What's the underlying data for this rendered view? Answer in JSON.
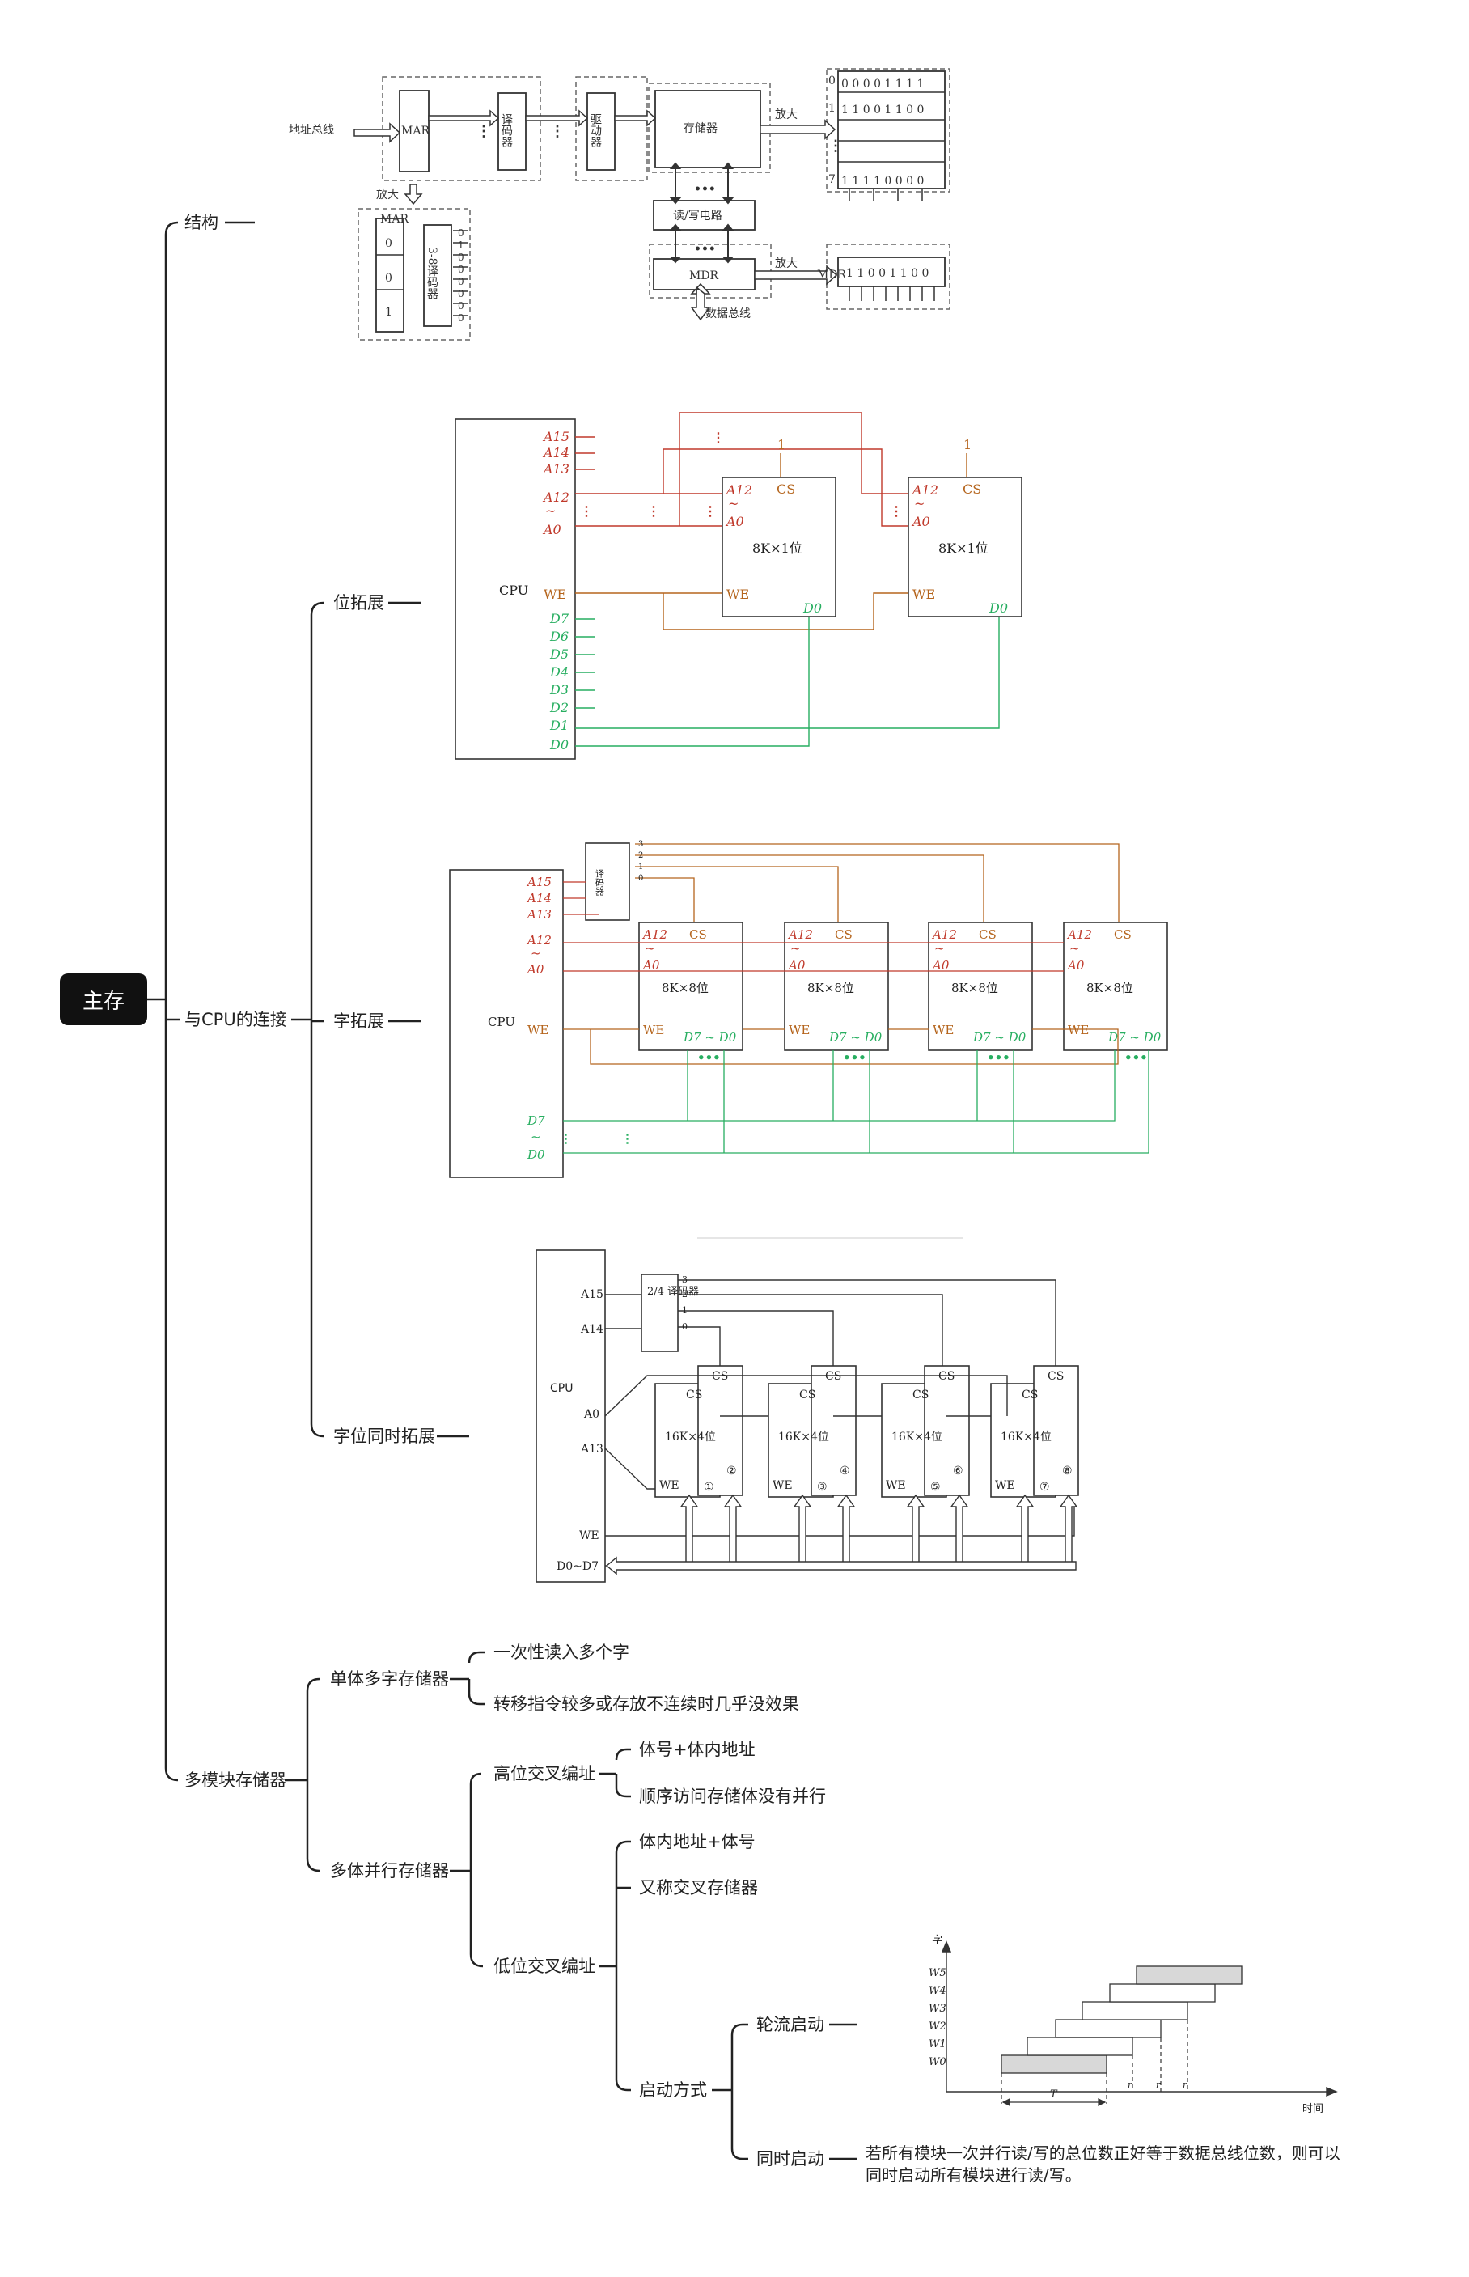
{
  "root": "主存",
  "branches": {
    "structure": "结构",
    "cpu_connection": "与CPU的连接",
    "multi_module": "多模块存储器"
  },
  "cpu_conn": {
    "bit_ext": "位拓展",
    "word_ext": "字拓展",
    "both_ext": "字位同时拓展"
  },
  "multi": {
    "single": "单体多字存储器",
    "single_items": [
      "一次性读入多个字",
      "转移指令较多或存放不连续时几乎没效果"
    ],
    "parallel": "多体并行存储器",
    "high": "高位交叉编址",
    "high_items": [
      "体号+体内地址",
      "顺序访问存储体没有并行"
    ],
    "low": "低位交叉编址",
    "low_items": [
      "体内地址+体号",
      "又称交叉存储器"
    ],
    "start": "启动方式",
    "round_robin": "轮流启动",
    "simultaneous": "同时启动",
    "simultaneous_note": "若所有模块一次并行读/写的总位数正好等于数据总线位数，则可以同时启动所有模块进行读/写。"
  },
  "fig_structure": {
    "addr_bus": "地址总线",
    "mar": "MAR",
    "decoder": "译码器",
    "driver": "驱动器",
    "memory": "存储器",
    "amplify": "放大",
    "rw_circuit": "读/写电路",
    "mdr": "MDR",
    "data_bus": "数据总线",
    "mem_rows": [
      "0 0 0 0 1 1 1 1",
      "1 1 0 0 1 1 0 0",
      "1 1 1 1 0 0 0 0"
    ],
    "row_index": [
      "0",
      "1",
      "7"
    ],
    "mdr_value": "1 1 0 0 1 1 0 0",
    "mar_bits": [
      "0",
      "0",
      "1"
    ],
    "dec38": "3-8译码器",
    "dec_outputs": [
      "0",
      "1",
      "0",
      "0",
      "0",
      "0",
      "0",
      "0"
    ]
  },
  "fig_bit": {
    "cpu": "CPU",
    "chip": "8K×1位",
    "cs": "CS",
    "we": "WE",
    "one": "1",
    "d0": "D0",
    "a_high": [
      "A15",
      "A14",
      "A13"
    ],
    "a_low": [
      "A12",
      "A0"
    ],
    "data": [
      "D7",
      "D6",
      "D5",
      "D4",
      "D3",
      "D2",
      "D1",
      "D0"
    ]
  },
  "fig_word": {
    "cpu": "CPU",
    "decoder": "译码器",
    "chip": "8K×8位",
    "cs": "CS",
    "we": "WE",
    "dout": "D7 ~ D0",
    "outs": [
      "3",
      "2",
      "1",
      "0"
    ],
    "a_high": [
      "A15",
      "A14",
      "A13"
    ],
    "a_low": [
      "A12",
      "A0"
    ],
    "data": [
      "D7",
      "D0"
    ]
  },
  "fig_both": {
    "cpu": "CPU",
    "decoder": "2/4 译码器",
    "chip": "16K×4位",
    "cs": "CS",
    "we": "WE",
    "pins": [
      "A15",
      "A14",
      "A0",
      "A13",
      "WE",
      "D0~D7"
    ],
    "outs": [
      "3",
      "2",
      "1",
      "0"
    ],
    "nums": [
      "①",
      "②",
      "③",
      "④",
      "⑤",
      "⑥",
      "⑦",
      "⑧"
    ]
  },
  "fig_timing": {
    "ylabel": "字",
    "xlabel": "时间",
    "words": [
      "W5",
      "W4",
      "W3",
      "W2",
      "W1",
      "W0"
    ],
    "period": "T",
    "tick": "r"
  }
}
